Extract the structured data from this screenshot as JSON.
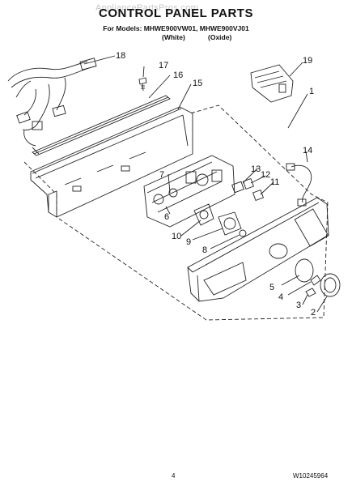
{
  "header": {
    "title": "CONTROL PANEL PARTS",
    "models_line": "For Models: MHWE900VW01, MHWE900VJ01",
    "variant_white": "(White)",
    "variant_oxide": "(Oxide)",
    "watermark": "AppliancePartsPros.com"
  },
  "footer": {
    "page_number": "4",
    "doc_number": "W10245964"
  },
  "callouts": {
    "c1": "1",
    "c2": "2",
    "c3": "3",
    "c4": "4",
    "c5": "5",
    "c6": "6",
    "c7": "7",
    "c8": "8",
    "c9": "9",
    "c10": "10",
    "c11": "11",
    "c12": "12",
    "c13": "13",
    "c14": "14",
    "c15": "15",
    "c16": "16",
    "c17": "17",
    "c18": "18",
    "c19": "19"
  }
}
